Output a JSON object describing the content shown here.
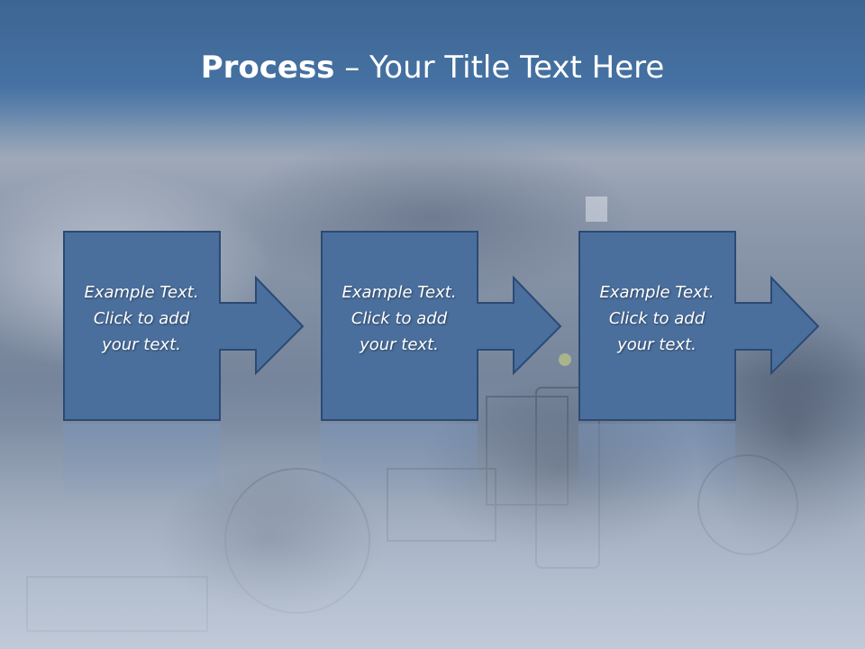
{
  "title": {
    "bold": "Process",
    "rest": " – Your Title Text Here"
  },
  "steps": [
    {
      "lines": [
        "Example Text.",
        "Click  to add",
        "your text."
      ]
    },
    {
      "lines": [
        "Example Text.",
        "Click  to add",
        "your text."
      ]
    },
    {
      "lines": [
        "Example Text.",
        "Click  to add",
        "your text."
      ]
    }
  ],
  "colors": {
    "box_fill": "#4a6f9d",
    "box_border": "#2b4a73",
    "title_band": "#4572a3",
    "text": "#ffffff"
  }
}
